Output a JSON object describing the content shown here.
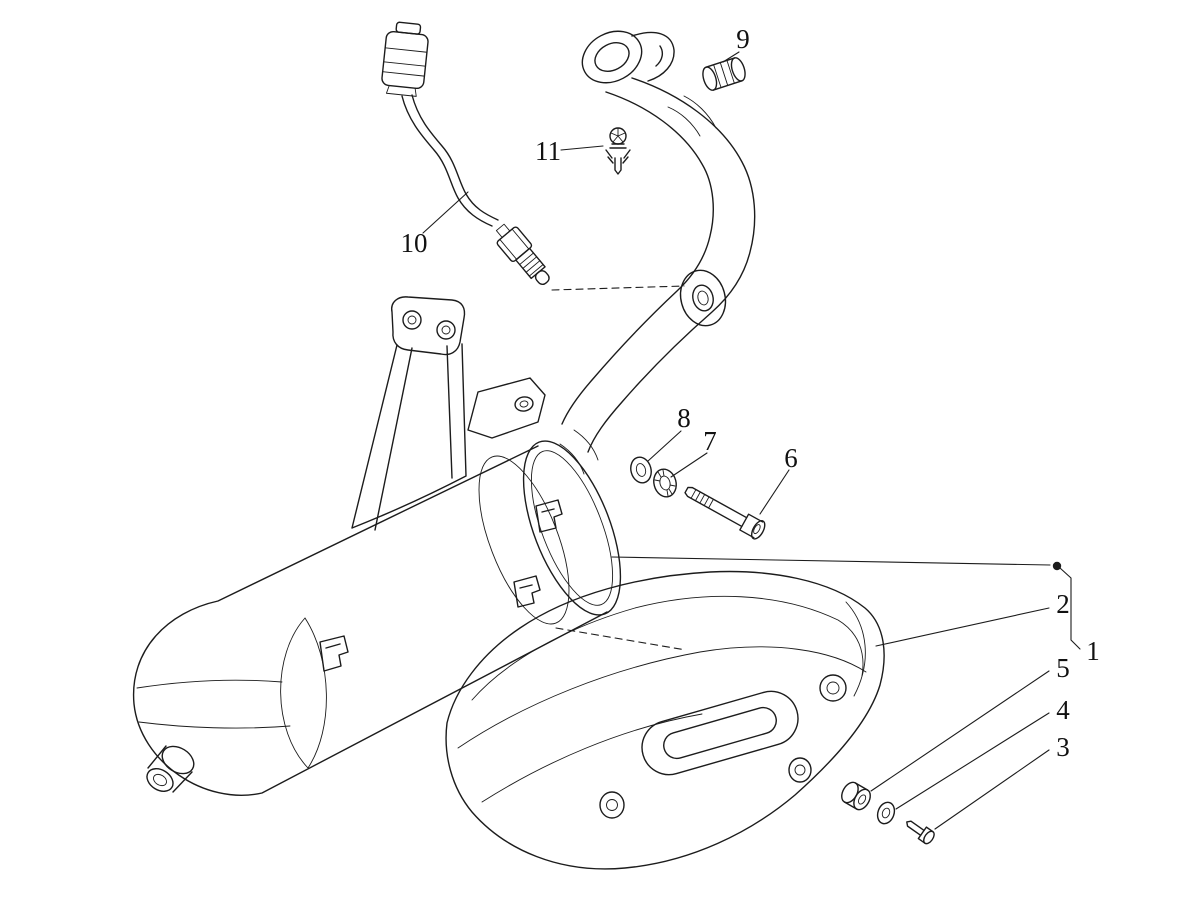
{
  "diagram": {
    "background_color": "#ffffff",
    "line_color": "#1c1c1c",
    "label_color": "#111111"
  },
  "labels": {
    "part1": "1",
    "part2": "2",
    "part3": "3",
    "part4": "4",
    "part5": "5",
    "part6": "6",
    "part7": "7",
    "part8": "8",
    "part9": "9",
    "part10": "10",
    "part11": "11"
  }
}
